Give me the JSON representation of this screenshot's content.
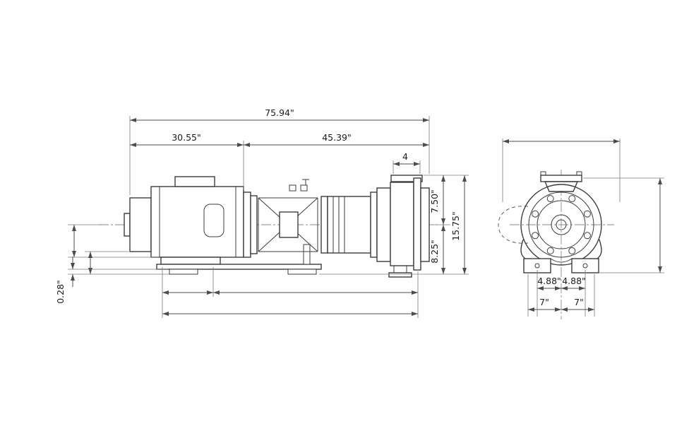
{
  "drawing": {
    "side_view": {
      "dims": {
        "overall_length": "75.94\"",
        "motor_section": "30.55\"",
        "pump_section": "45.39\"",
        "flange_size": "4",
        "center_to_discharge_top": "7.50\"",
        "center_to_base": "8.25\"",
        "overall_height": "15.75\"",
        "base_plate_thickness": "0.28\""
      }
    },
    "end_view": {
      "dims": {
        "bolt_left": "4.88\"",
        "bolt_right": "4.88\"",
        "foot_left": "7\"",
        "foot_right": "7\""
      }
    }
  }
}
